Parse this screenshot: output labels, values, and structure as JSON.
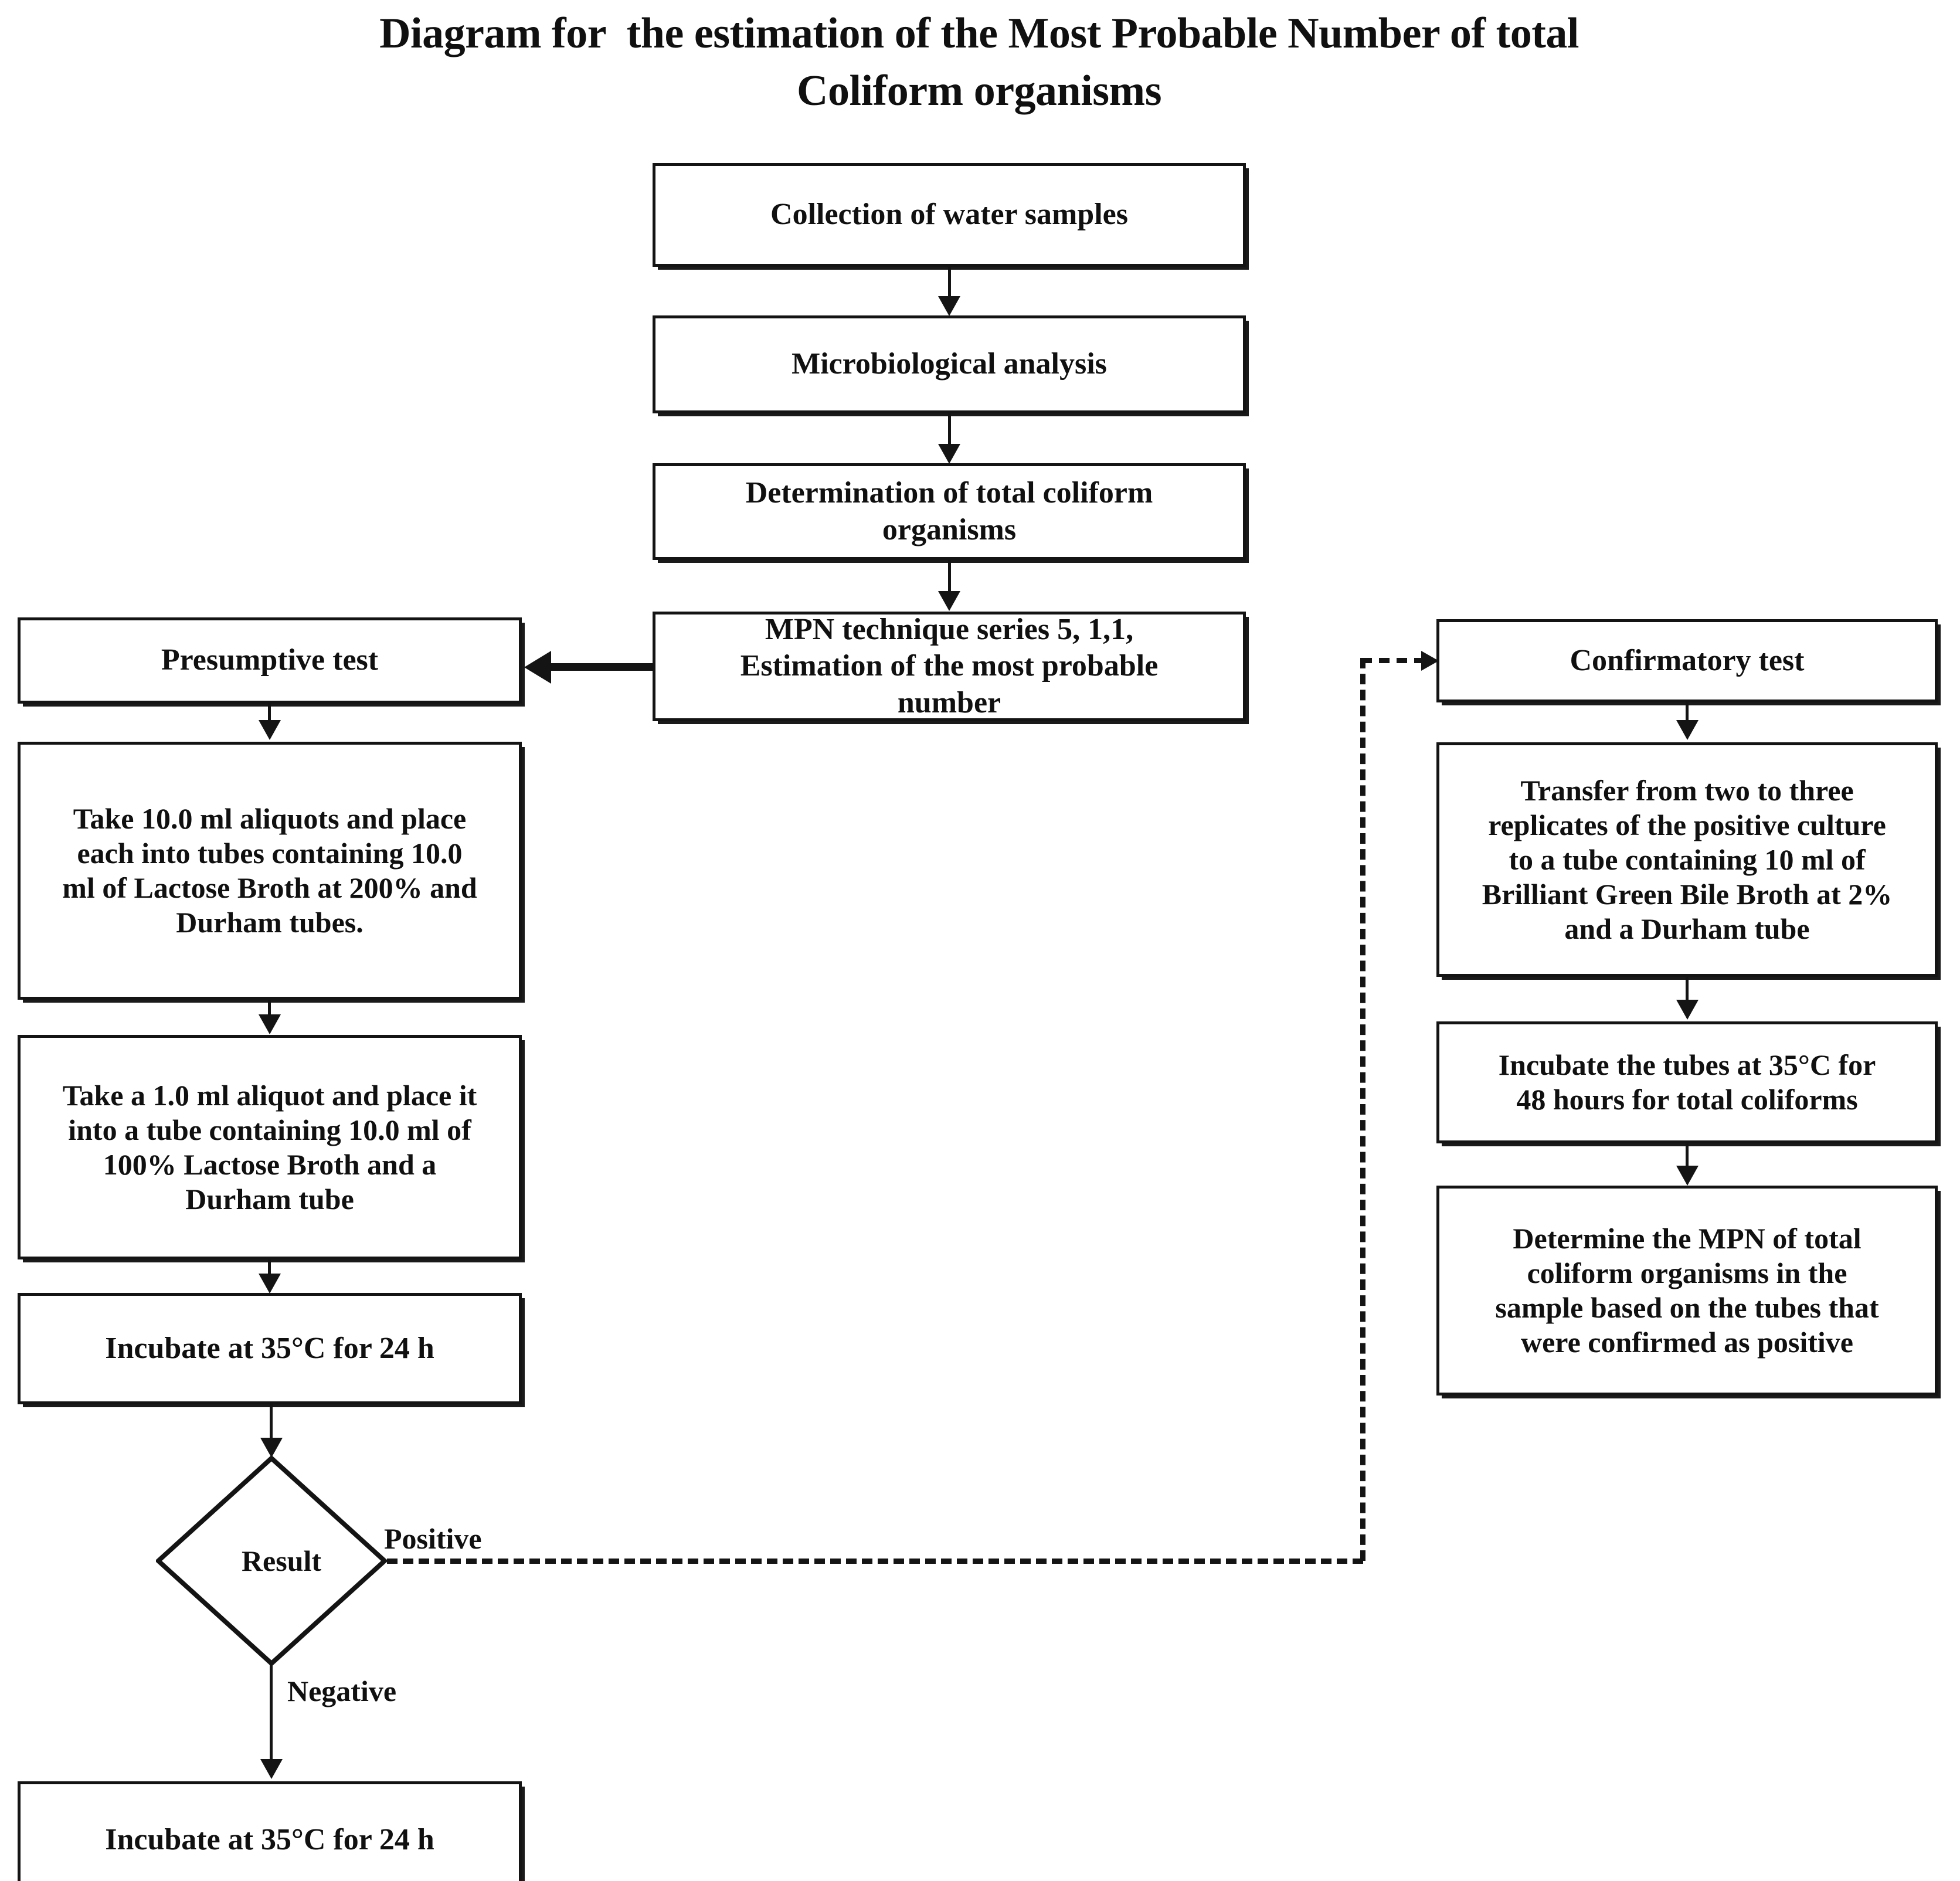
{
  "title": "Diagram for  the estimation of the Most Probable Number of total\nColiform organisms",
  "colors": {
    "stroke": "#141414",
    "background": "#ffffff",
    "text": "#101010"
  },
  "center_column": {
    "nodes": [
      {
        "id": "collection",
        "label": "Collection of water samples"
      },
      {
        "id": "microbiological-analysis",
        "label": "Microbiological analysis"
      },
      {
        "id": "determination",
        "label": "Determination of total coliform\norganisms"
      },
      {
        "id": "mpn-technique",
        "label": "MPN technique series 5, 1,1,\nEstimation of the most probable\nnumber"
      }
    ]
  },
  "left_column": {
    "nodes": [
      {
        "id": "presumptive-test",
        "label": "Presumptive test"
      },
      {
        "id": "take-10ml",
        "label": "Take 10.0 ml aliquots and place\neach into tubes containing 10.0\nml of Lactose Broth at 200% and\nDurham tubes."
      },
      {
        "id": "take-1ml",
        "label": "Take a 1.0 ml aliquot and place it\ninto a tube containing 10.0 ml of\n100% Lactose Broth and a\nDurham tube"
      },
      {
        "id": "incubate-24h-first",
        "label": "Incubate at 35°C for 24 h"
      },
      {
        "id": "incubate-24h-second",
        "label": "Incubate at 35°C for 24 h"
      }
    ],
    "decision": {
      "id": "result",
      "label": "Result"
    }
  },
  "right_column": {
    "nodes": [
      {
        "id": "confirmatory-test",
        "label": "Confirmatory test"
      },
      {
        "id": "transfer-replicates",
        "label": "Transfer from two to three\nreplicates of the positive culture\nto a tube containing 10 ml of\nBrilliant Green Bile Broth at 2%\nand a Durham tube"
      },
      {
        "id": "incubate-48h",
        "label": "Incubate the tubes at 35°C for\n48 hours for total coliforms"
      },
      {
        "id": "determine-mpn",
        "label": "Determine the MPN of total\ncoliform organisms in the\nsample based on the tubes that\nwere confirmed as positive"
      }
    ]
  },
  "edge_labels": {
    "positive": "Positive",
    "negative": "Negative"
  }
}
